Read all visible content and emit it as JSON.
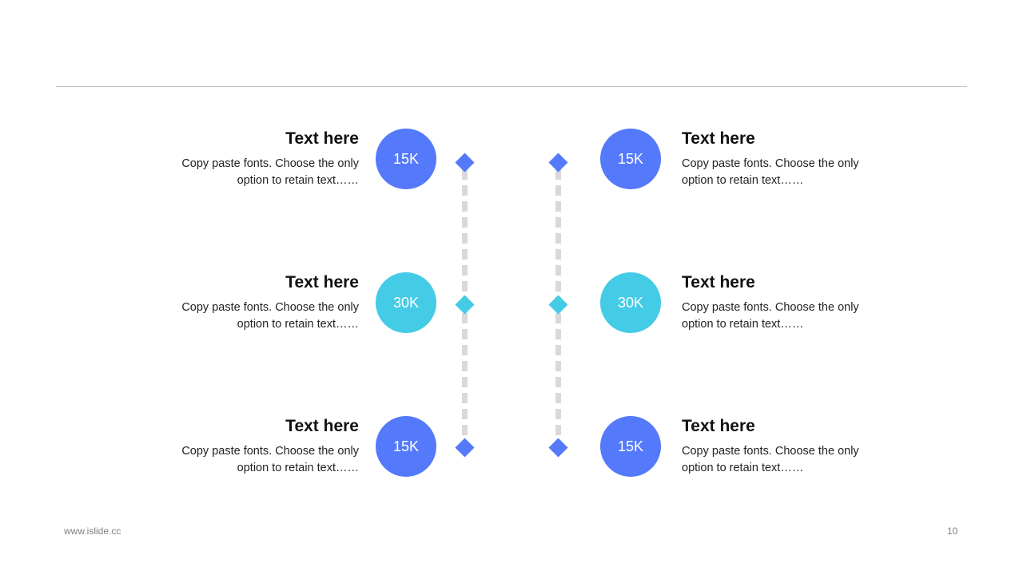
{
  "rows": [
    {
      "left": {
        "title": "Text here",
        "desc": "Copy paste fonts. Choose the only option to retain text……",
        "value": "15K",
        "tone": "blue"
      },
      "right": {
        "title": "Text here",
        "desc": "Copy paste fonts. Choose the only option to retain text……",
        "value": "15K",
        "tone": "blue"
      }
    },
    {
      "left": {
        "title": "Text here",
        "desc": "Copy paste fonts. Choose the only option to retain text……",
        "value": "30K",
        "tone": "cyan"
      },
      "right": {
        "title": "Text here",
        "desc": "Copy paste fonts. Choose the only option to retain text……",
        "value": "30K",
        "tone": "cyan"
      }
    },
    {
      "left": {
        "title": "Text here",
        "desc": "Copy paste fonts. Choose the only option to retain text……",
        "value": "15K",
        "tone": "blue"
      },
      "right": {
        "title": "Text here",
        "desc": "Copy paste fonts. Choose the only option to retain text……",
        "value": "15K",
        "tone": "blue"
      }
    }
  ],
  "colors": {
    "blue": "#5479fb",
    "cyan": "#44cbe6",
    "connector": "#d9d9d9"
  },
  "footer": {
    "site": "www.islide.cc",
    "page_number": "10"
  }
}
